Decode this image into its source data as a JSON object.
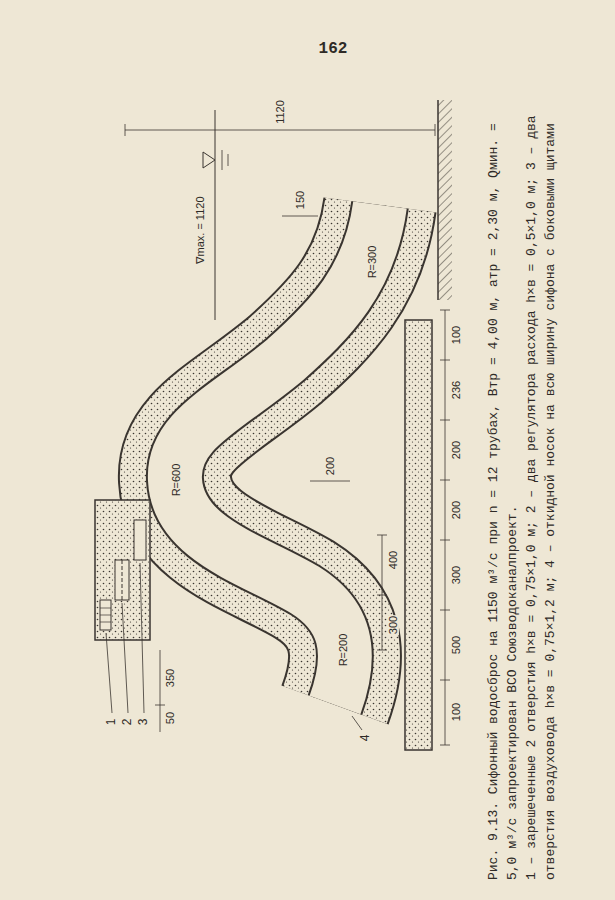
{
  "diagram": {
    "caption": "Рис. 9.13. Сифонный водосброс на 1150 м³/с при n = 12 трубах, Bтр = 4,00 м, aтр = 2,30 м, Qмин. = 5,0 м³/с запроектирован ВСО Союзводоканалпроект.",
    "labels": [
      "1 – зарешеченные 2 отверстия h×в = 0,75×1,0 м;",
      "2 – два регулятора расхода h×в = 0,5×1,0 м;",
      "3 – два отверстия воздуховода h×в = 0,75×1,2 м;",
      "4 – откидной носок на всю ширину сифона с боковыми щитами",
      "162",
      "∇max. = 1120",
      "1120",
      "R=300",
      "R=600",
      "R=200",
      "4",
      "150",
      "200",
      "400",
      "300",
      "1",
      "2",
      "3",
      "350",
      "50",
      "100",
      "236",
      "200",
      "200",
      "300",
      "500",
      "100"
    ]
  }
}
